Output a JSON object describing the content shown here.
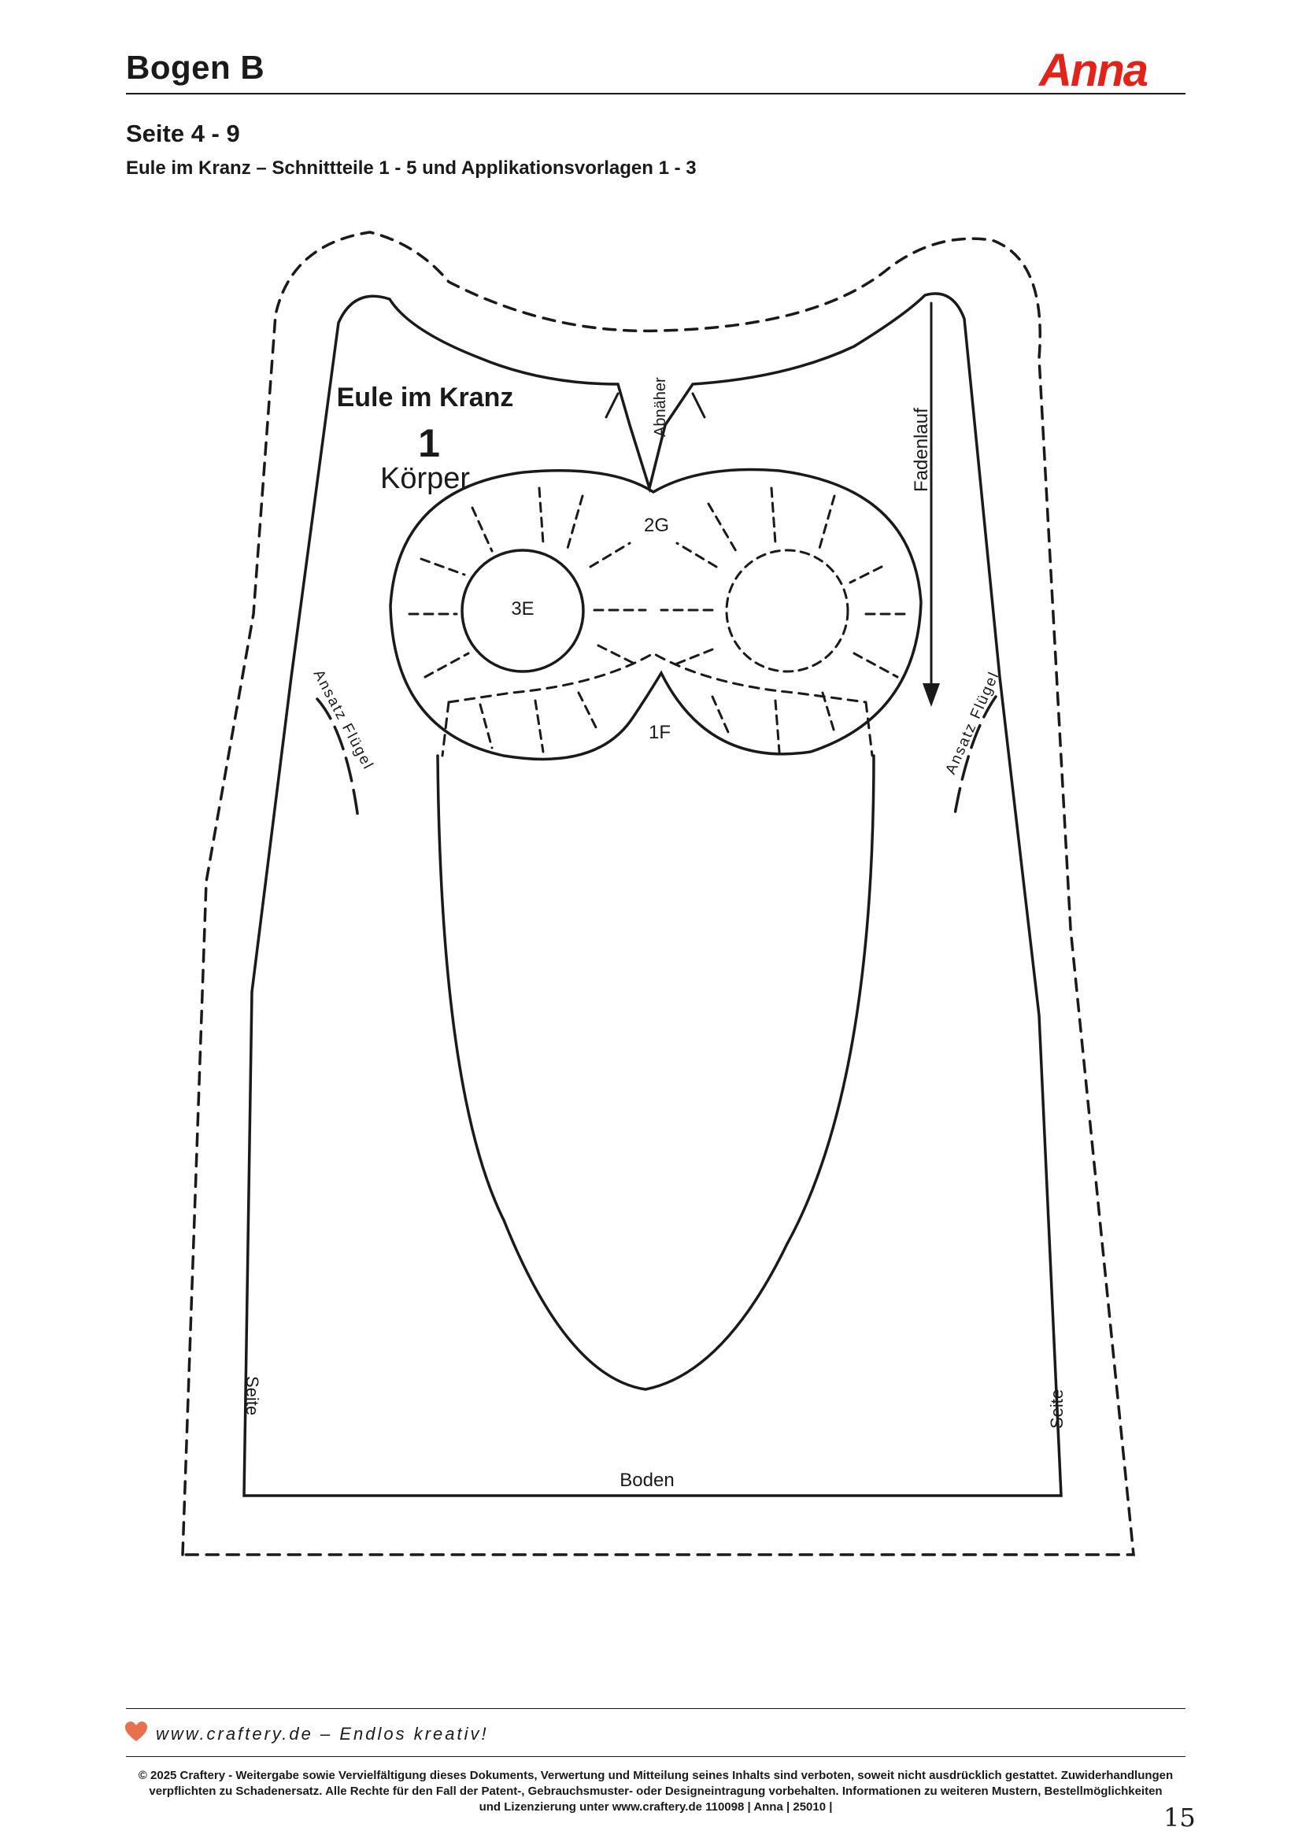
{
  "header": {
    "sheet_title": "Bogen B",
    "brand": "Anna",
    "page_range": "Seite 4 - 9",
    "subtitle": "Eule im Kranz – Schnittteile 1 - 5 und Applikationsvorlagen 1 - 3"
  },
  "pattern": {
    "piece_name": "Eule im Kranz",
    "piece_number": "1",
    "piece_label": "Körper",
    "dart_label": "Abnäher",
    "grain_label": "Fadenlauf",
    "label_2g": "2G",
    "label_3e": "3E",
    "label_1f": "1F",
    "wing_left": "Ansatz Flügel",
    "wing_right": "Ansatz Flügel",
    "side_left": "Seite",
    "side_right": "Seite",
    "bottom": "Boden"
  },
  "footer": {
    "heart_icon": "heart-icon",
    "accent_color": "#e8704f",
    "tagline": "www.craftery.de – Endlos kreativ!",
    "copyright_line1": "© 2025 Craftery - Weitergabe sowie Vervielfältigung dieses Dokuments, Verwertung und Mitteilung seines Inhalts sind verboten, soweit nicht ausdrücklich gestattet. Zuwiderhandlungen",
    "copyright_line2": "verpflichten zu Schadenersatz. Alle Rechte für den Fall der Patent-, Gebrauchsmuster- oder Designeintragung vorbehalten. Informationen zu weiteren Mustern, Bestellmöglichkeiten",
    "copyright_line3": "und Lizenzierung unter www.craftery.de 110098 | Anna | 25010 |",
    "page_number": "15"
  }
}
